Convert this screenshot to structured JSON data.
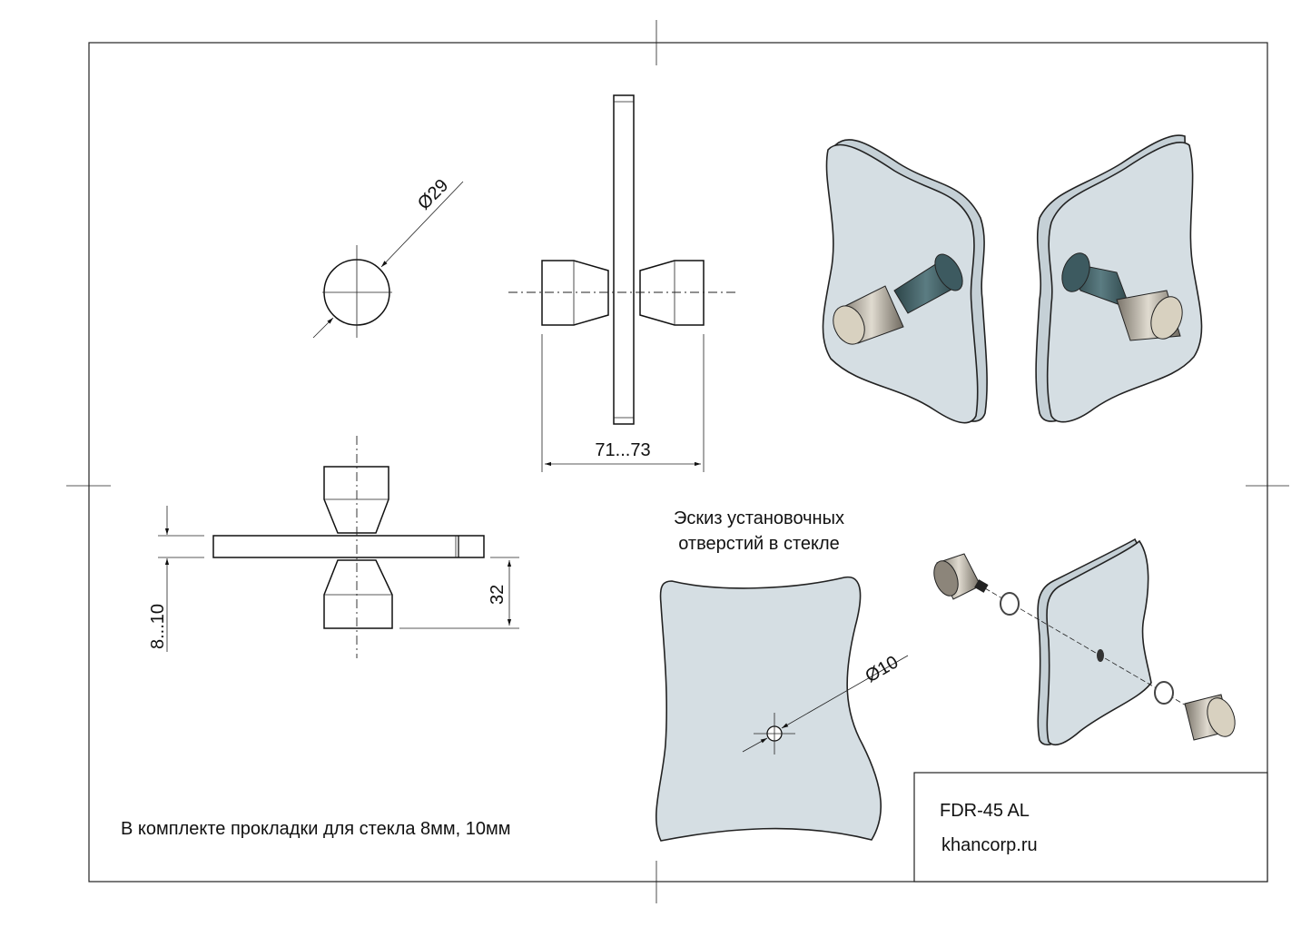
{
  "dimensions": {
    "diameter_knob": "Ø29",
    "overall_length": "71...73",
    "glass_thickness": "8...10",
    "knob_height": "32",
    "hole_diameter": "Ø10"
  },
  "sketch_caption": {
    "line1": "Эскиз установочных",
    "line2": "отверстий в стекле"
  },
  "note": "В комплекте прокладки для стекла 8мм, 10мм",
  "title_block": {
    "model": "FDR-45 AL",
    "website": "khancorp.ru"
  },
  "colors": {
    "glass": "#d5dee3",
    "knob_metal": "#b9b2a4",
    "knob_rubber": "#3d5a60"
  }
}
